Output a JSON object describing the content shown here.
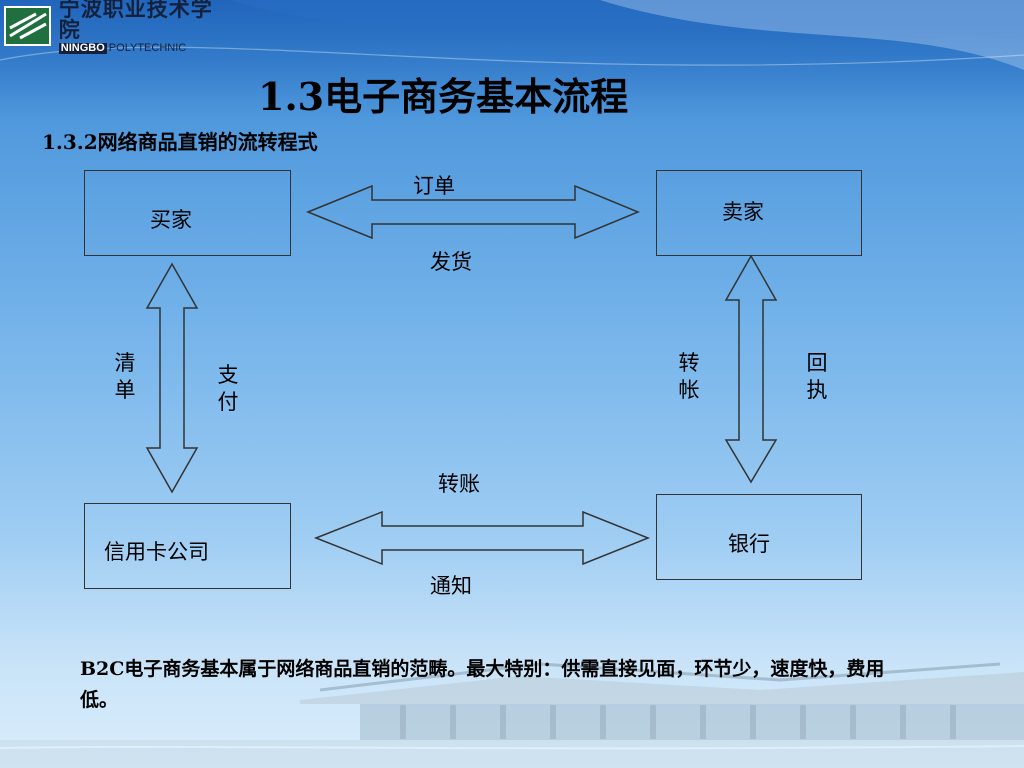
{
  "logo": {
    "name_cn": "宁波职业技术学院",
    "name_en_box": "NINGBO",
    "name_en_rest": "POLYTECHNIC"
  },
  "title": "1.3电子商务基本流程",
  "subtitle": "1.3.2网络商品直销的流转程式",
  "nodes": {
    "buyer": "买家",
    "seller": "卖家",
    "credit_card": "信用卡公司",
    "bank": "银行"
  },
  "edges": {
    "order": "订单",
    "ship": "发货",
    "statement": "清单",
    "pay": "支付",
    "transfer": "转帐",
    "receipt": "回执",
    "transfer2": "转账",
    "notify": "通知"
  },
  "footnote": "B2C电子商务基本属于网络商品直销的范畴。最大特别：供需直接见面，环节少，速度快，费用低。"
}
